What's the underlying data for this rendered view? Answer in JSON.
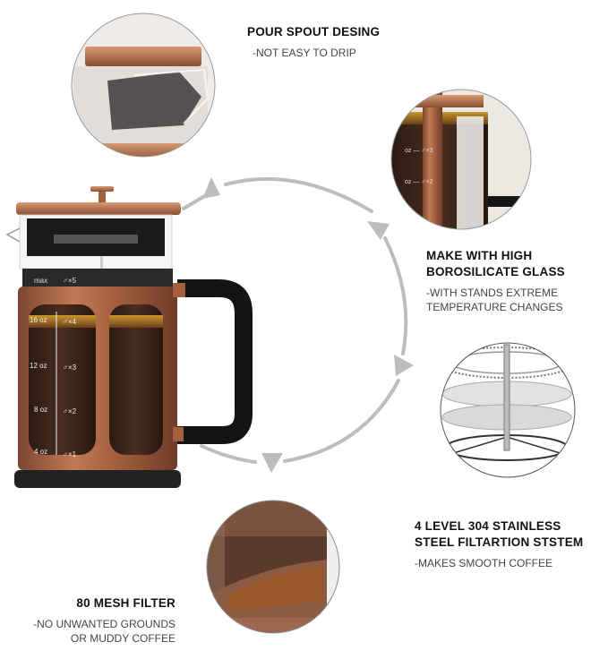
{
  "colors": {
    "copper": "#b06a48",
    "copper_dark": "#7a4430",
    "coffee": "#3a2418",
    "handle": "#151515",
    "arrow_gray": "#bdbdbd",
    "circle_border": "#9a9a9a",
    "title_text": "#111111",
    "sub_text": "#444444"
  },
  "features": [
    {
      "id": "pour-spout",
      "title_lines": [
        "POUR SPOUT DESING"
      ],
      "sub_lines": [
        "-NOT EASY TO DRIP"
      ],
      "inset_icon": "pour-spout-closeup-image"
    },
    {
      "id": "borosilicate-glass",
      "title_lines": [
        "MAKE WITH HIGH",
        "BOROSILICATE GLASS"
      ],
      "sub_lines": [
        "-WITH STANDS EXTREME",
        "TEMPERATURE CHANGES"
      ],
      "inset_icon": "glass-closeup-image"
    },
    {
      "id": "filtration-system",
      "title_lines": [
        "4 LEVEL 304 STAINLESS",
        "STEEL FILTARTION STSTEM"
      ],
      "sub_lines": [
        "-MAKES SMOOTH COFFEE"
      ],
      "inset_icon": "filter-stack-image"
    },
    {
      "id": "mesh-filter",
      "title_lines": [
        "80 MESH FILTER"
      ],
      "sub_lines": [
        "-NO UNWANTED GROUNDS",
        "OR MUDDY COFFEE"
      ],
      "inset_icon": "mesh-filter-closeup-image"
    }
  ],
  "press": {
    "scale_oz": [
      "max",
      "16 oz",
      "12 oz",
      "8 oz",
      "4 oz"
    ],
    "scale_cups": [
      "×5",
      "×4",
      "×3",
      "×2",
      "×1"
    ]
  }
}
